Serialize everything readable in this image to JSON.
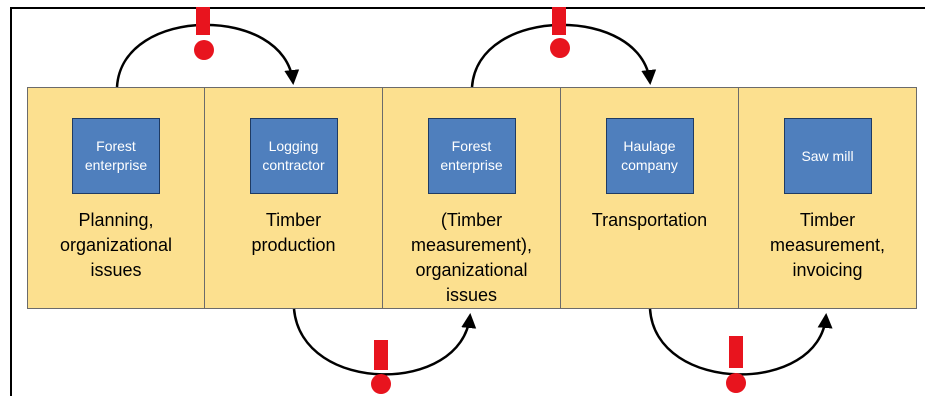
{
  "colors": {
    "stage_fill": "#fce08f",
    "org_box_fill": "#4f7fbd",
    "warning": "#e8141e",
    "arrow": "#000000"
  },
  "stages": [
    {
      "org": "Forest\nenterprise",
      "task": "Planning,\norganizational\nissues"
    },
    {
      "org": "Logging\ncontractor",
      "task": "Timber\nproduction"
    },
    {
      "org": "Forest\nenterprise",
      "task": "(Timber\nmeasurement),\norganizational\nissues"
    },
    {
      "org": "Haulage\ncompany",
      "task": "Transportation"
    },
    {
      "org": "Saw mill",
      "task": "Timber\nmeasurement,\ninvoicing"
    }
  ],
  "handovers": [
    {
      "from": 1,
      "to": 2,
      "side": "top",
      "icon": "exclamation-icon"
    },
    {
      "from": 2,
      "to": 3,
      "side": "bottom",
      "icon": "exclamation-icon"
    },
    {
      "from": 3,
      "to": 4,
      "side": "top",
      "icon": "exclamation-icon"
    },
    {
      "from": 4,
      "to": 5,
      "side": "bottom",
      "icon": "exclamation-icon"
    }
  ]
}
